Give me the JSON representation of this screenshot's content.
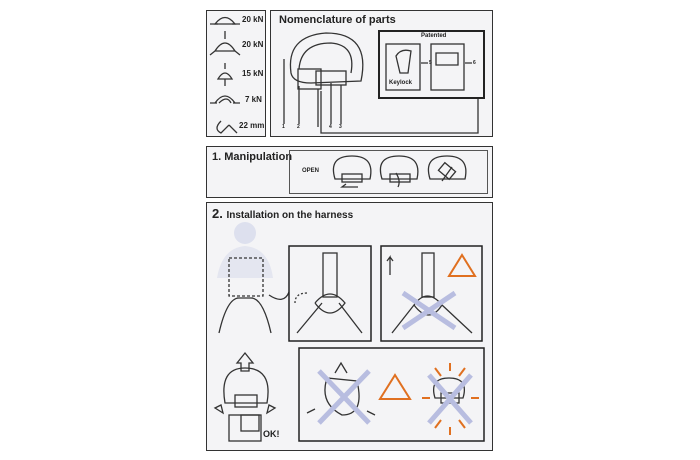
{
  "strengths": [
    {
      "icon": "major-axis-icon",
      "value": "20 kN"
    },
    {
      "icon": "triaxial-icon",
      "value": "20 kN"
    },
    {
      "icon": "minor-axis-icon",
      "value": "15 kN"
    },
    {
      "icon": "gate-open-icon",
      "value": "7 kN"
    },
    {
      "icon": "gate-opening-icon",
      "value": "22 mm"
    }
  ],
  "nomenclature": {
    "title": "Nomenclature of parts",
    "patented": "Patented",
    "keylock": "Keylock",
    "labels": [
      "1",
      "2",
      "4",
      "3"
    ],
    "label5": "5",
    "label6": "6"
  },
  "manipulation": {
    "title": "1. Manipulation",
    "open": "OPEN"
  },
  "installation": {
    "title_num": "2.",
    "title": "Installation on the harness",
    "ok": "OK!"
  },
  "colors": {
    "warning": "#e07020",
    "border": "#333333"
  }
}
